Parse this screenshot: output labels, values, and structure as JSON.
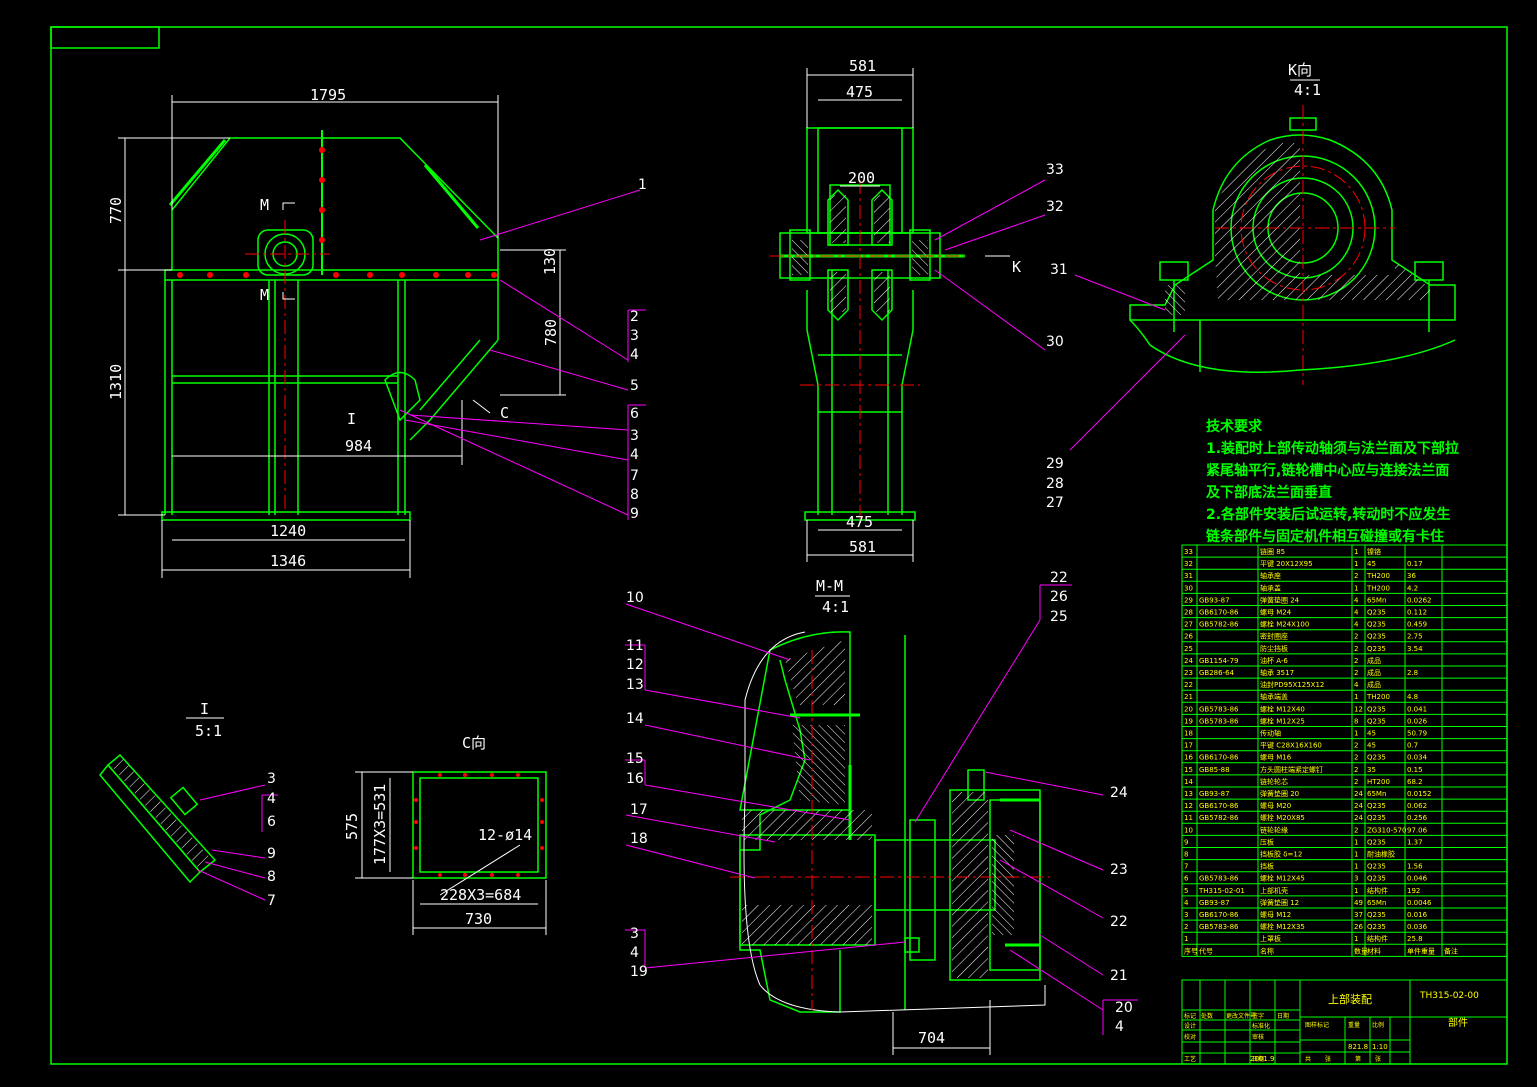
{
  "dims": {
    "front": [
      "1795",
      "770",
      "130",
      "780",
      "1310",
      "984",
      "1240",
      "1346"
    ],
    "side": [
      "581",
      "475",
      "200",
      "475",
      "581"
    ],
    "c_view": [
      "575",
      "177X3=531",
      "12-ø14",
      "228X3=684",
      "730"
    ],
    "mm": [
      "704"
    ]
  },
  "views": {
    "k_title": "K向",
    "k_scale": "4:1",
    "mm_title": "M-M",
    "mm_scale": "4:1",
    "i_title": "I",
    "i_scale": "5:1",
    "c_title": "C向",
    "m1": "M",
    "m2": "M",
    "k_arrow": "K",
    "c_arrow": "C",
    "i_mark": "I"
  },
  "balloons": {
    "front": [
      "1",
      "2",
      "3",
      "4",
      "5",
      "6",
      "3",
      "4",
      "7",
      "8",
      "9"
    ],
    "side": [
      "33",
      "32",
      "30"
    ],
    "k_view": [
      "31",
      "29",
      "28",
      "27"
    ],
    "i_view": [
      "3",
      "4",
      "6",
      "9",
      "8",
      "7"
    ],
    "mm_left": [
      "10",
      "11",
      "12",
      "13",
      "14",
      "15",
      "16",
      "17",
      "18",
      "3",
      "4",
      "19"
    ],
    "mm_right": [
      "22",
      "26",
      "25",
      "24",
      "23",
      "22",
      "21",
      "20",
      "4"
    ]
  },
  "tech": {
    "title": "技术要求",
    "lines": [
      "1.装配时上部传动轴须与法兰面及下部拉",
      "紧尾轴平行,链轮槽中心应与连接法兰面",
      "及下部底法兰面垂直",
      "2.各部件安装后试运转,转动时不应发生",
      "链条部件与固定机件相互碰撞或有卡住"
    ]
  },
  "bom": [
    [
      "33",
      "",
      "链圈 85",
      "1",
      "镍铬",
      "",
      ""
    ],
    [
      "32",
      "",
      "平键 20X12X95",
      "1",
      "45",
      "0.17",
      ""
    ],
    [
      "31",
      "",
      "轴承座",
      "2",
      "TH200",
      "36",
      ""
    ],
    [
      "30",
      "",
      "轴承盖",
      "1",
      "TH200",
      "4.2",
      ""
    ],
    [
      "29",
      "GB93-87",
      "弹簧垫圈 24",
      "4",
      "65Mn",
      "0.0262",
      ""
    ],
    [
      "28",
      "GB6170-86",
      "螺母 M24",
      "4",
      "Q235",
      "0.112",
      ""
    ],
    [
      "27",
      "GB5782-86",
      "螺栓 M24X100",
      "4",
      "Q235",
      "0.459",
      ""
    ],
    [
      "26",
      "",
      "密封圈座",
      "2",
      "Q235",
      "2.75",
      ""
    ],
    [
      "25",
      "",
      "防尘挡板",
      "2",
      "Q235",
      "3.54",
      ""
    ],
    [
      "24",
      "GB1154-79",
      "油杯 A-6",
      "2",
      "成品",
      "",
      ""
    ],
    [
      "23",
      "GB286-64",
      "轴承 3517",
      "2",
      "成品",
      "2.8",
      ""
    ],
    [
      "22",
      "",
      "油封PD95X125X12",
      "4",
      "成品",
      "",
      ""
    ],
    [
      "21",
      "",
      "轴承端盖",
      "1",
      "TH200",
      "4.8",
      ""
    ],
    [
      "20",
      "GB5783-86",
      "螺栓 M12X40",
      "12",
      "Q235",
      "0.041",
      ""
    ],
    [
      "19",
      "GB5783-86",
      "螺栓 M12X25",
      "8",
      "Q235",
      "0.026",
      ""
    ],
    [
      "18",
      "",
      "传动轴",
      "1",
      "45",
      "50.79",
      ""
    ],
    [
      "17",
      "",
      "平键 C28X16X160",
      "2",
      "45",
      "0.7",
      ""
    ],
    [
      "16",
      "GB6170-86",
      "螺母 M16",
      "2",
      "Q235",
      "0.034",
      ""
    ],
    [
      "15",
      "GB85-88",
      "方头圆柱端紧定螺钉",
      "2",
      "35",
      "0.15",
      ""
    ],
    [
      "14",
      "",
      "链轮轮芯",
      "2",
      "HT200",
      "68.2",
      ""
    ],
    [
      "13",
      "GB93-87",
      "弹簧垫圈 20",
      "24",
      "65Mn",
      "0.0152",
      ""
    ],
    [
      "12",
      "GB6170-86",
      "螺母 M20",
      "24",
      "Q235",
      "0.062",
      ""
    ],
    [
      "11",
      "GB5782-86",
      "螺栓 M20X85",
      "24",
      "Q235",
      "0.256",
      ""
    ],
    [
      "10",
      "",
      "链轮轮缘",
      "2",
      "ZG310-570",
      "97.06",
      ""
    ],
    [
      "9",
      "",
      "压板",
      "1",
      "Q235",
      "1.37",
      ""
    ],
    [
      "8",
      "",
      "挡板胶 δ=12",
      "1",
      "耐油橡胶",
      "",
      ""
    ],
    [
      "7",
      "",
      "挡板",
      "1",
      "Q235",
      "1.56",
      ""
    ],
    [
      "6",
      "GB5783-86",
      "螺栓 M12X45",
      "3",
      "Q235",
      "0.046",
      ""
    ],
    [
      "5",
      "TH315-02-01",
      "上部机壳",
      "1",
      "结构件",
      "192",
      ""
    ],
    [
      "4",
      "GB93-87",
      "弹簧垫圈 12",
      "49",
      "65Mn",
      "0.0046",
      ""
    ],
    [
      "3",
      "GB6170-86",
      "螺母 M12",
      "37",
      "Q235",
      "0.016",
      ""
    ],
    [
      "2",
      "GB5783-86",
      "螺栓 M12X35",
      "26",
      "Q235",
      "0.036",
      ""
    ],
    [
      "1",
      "",
      "上罩板",
      "1",
      "结构件",
      "25.8",
      ""
    ]
  ],
  "bom_header": [
    "序号",
    "代号",
    "名称",
    "数量",
    "材料",
    "单件重量",
    "备注"
  ],
  "title_block": {
    "name": "上部装配",
    "code": "TH315-02-00",
    "type": "部件",
    "weight": "821.8",
    "scale": "1:10",
    "date": "2001.9",
    "r1": [
      "标记",
      "处数",
      "更改文件号",
      "签字",
      "日期"
    ],
    "r2": [
      "设计",
      "",
      "标准化"
    ],
    "r3": [
      "校对",
      "",
      "审核"
    ],
    "r4": [
      "工艺",
      "",
      "日期"
    ],
    "stage": [
      "图样标记",
      "重量",
      "比例"
    ],
    "sheets": [
      "共",
      "张",
      "第",
      "张"
    ]
  },
  "colors": {
    "frame": "#00ff00",
    "balloon": "#ff00ff",
    "center": "#ff0000",
    "text": "#ffffff",
    "hatch": "#ffffff"
  }
}
